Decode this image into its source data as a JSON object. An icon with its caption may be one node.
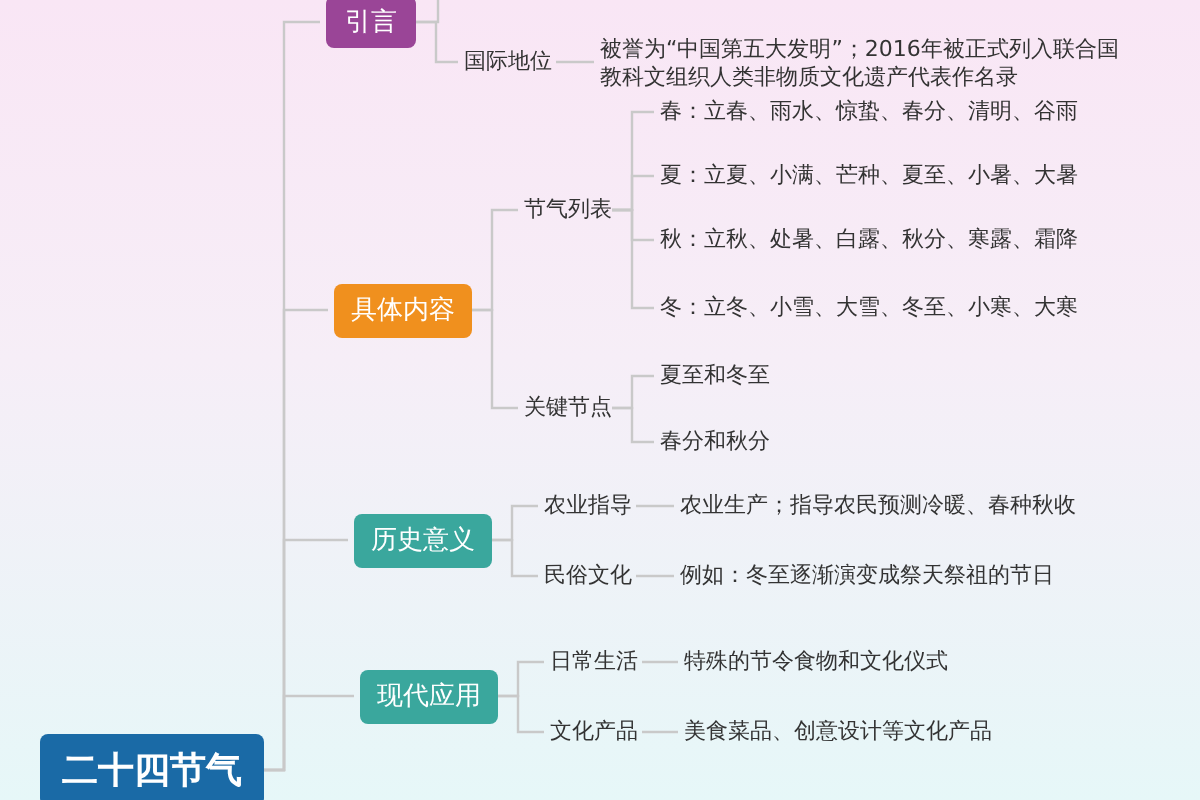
{
  "diagram": {
    "nodes": [
      {
        "text": [
          "二十四节气"
        ]
      },
      {
        "text": [
          "引言"
        ]
      },
      {
        "text": [
          "国际地位"
        ]
      },
      {
        "text": [
          "被誉为“中国第五大发明”；2016年被正式列入联合国教科文组织人类非物质文化遗产代表作名录"
        ]
      },
      {
        "text": [
          "具体内容"
        ]
      },
      {
        "text": [
          "节气列表"
        ]
      },
      {
        "text": [
          "春：立春、雨水、惊蛰、春分、清明、谷雨"
        ]
      },
      {
        "text": [
          "夏：立夏、小满、芒种、夏至、小暑、大暑"
        ]
      },
      {
        "text": [
          "秋：立秋、处暑、白露、秋分、寒露、霜降"
        ]
      },
      {
        "text": [
          "冬：立冬、小雪、大雪、冬至、小寒、大寒"
        ]
      },
      {
        "text": [
          "关键节点"
        ]
      },
      {
        "text": [
          "夏至和冬至"
        ]
      },
      {
        "text": [
          "春分和秋分"
        ]
      },
      {
        "text": [
          "历史意义"
        ]
      },
      {
        "text": [
          "农业指导"
        ]
      },
      {
        "text": [
          "农业生产；指导农民预测冷暖、春种秋收"
        ]
      },
      {
        "text": [
          "民俗文化"
        ]
      },
      {
        "text": [
          "例如：冬至逐渐演变成祭天祭祖的节日"
        ]
      },
      {
        "text": [
          "现代应用"
        ]
      },
      {
        "text": [
          "日常生活"
        ]
      },
      {
        "text": [
          "特殊的节令食物和文化仪式"
        ]
      },
      {
        "text": [
          "文化产品"
        ]
      },
      {
        "text": [
          "美食菜品、创意设计等文化产品"
        ]
      }
    ],
    "edges": [
      {
        "from": 0,
        "to": 1,
        "arrow": "none"
      },
      {
        "from": 0,
        "to": 4,
        "arrow": "none"
      },
      {
        "from": 0,
        "to": 13,
        "arrow": "none"
      },
      {
        "from": 0,
        "to": 18,
        "arrow": "none"
      },
      {
        "from": 1,
        "to": null,
        "arrow": "none"
      },
      {
        "from": 1,
        "to": 2,
        "arrow": "none"
      },
      {
        "from": 2,
        "to": 3,
        "arrow": "none"
      },
      {
        "from": 4,
        "to": 5,
        "arrow": "none"
      },
      {
        "from": 4,
        "to": 10,
        "arrow": "none"
      },
      {
        "from": 5,
        "to": 6,
        "arrow": "none"
      },
      {
        "from": 5,
        "to": 7,
        "arrow": "none"
      },
      {
        "from": 5,
        "to": 8,
        "arrow": "none"
      },
      {
        "from": 5,
        "to": 9,
        "arrow": "none"
      },
      {
        "from": 10,
        "to": 11,
        "arrow": "none"
      },
      {
        "from": 10,
        "to": 12,
        "arrow": "none"
      },
      {
        "from": 13,
        "to": 14,
        "arrow": "none"
      },
      {
        "from": 13,
        "to": 16,
        "arrow": "none"
      },
      {
        "from": 14,
        "to": 15,
        "arrow": "none"
      },
      {
        "from": 16,
        "to": 17,
        "arrow": "none"
      },
      {
        "from": 18,
        "to": 19,
        "arrow": "none"
      },
      {
        "from": 18,
        "to": 21,
        "arrow": "none"
      },
      {
        "from": 19,
        "to": 20,
        "arrow": "none"
      },
      {
        "from": 21,
        "to": 22,
        "arrow": "none"
      }
    ]
  }
}
